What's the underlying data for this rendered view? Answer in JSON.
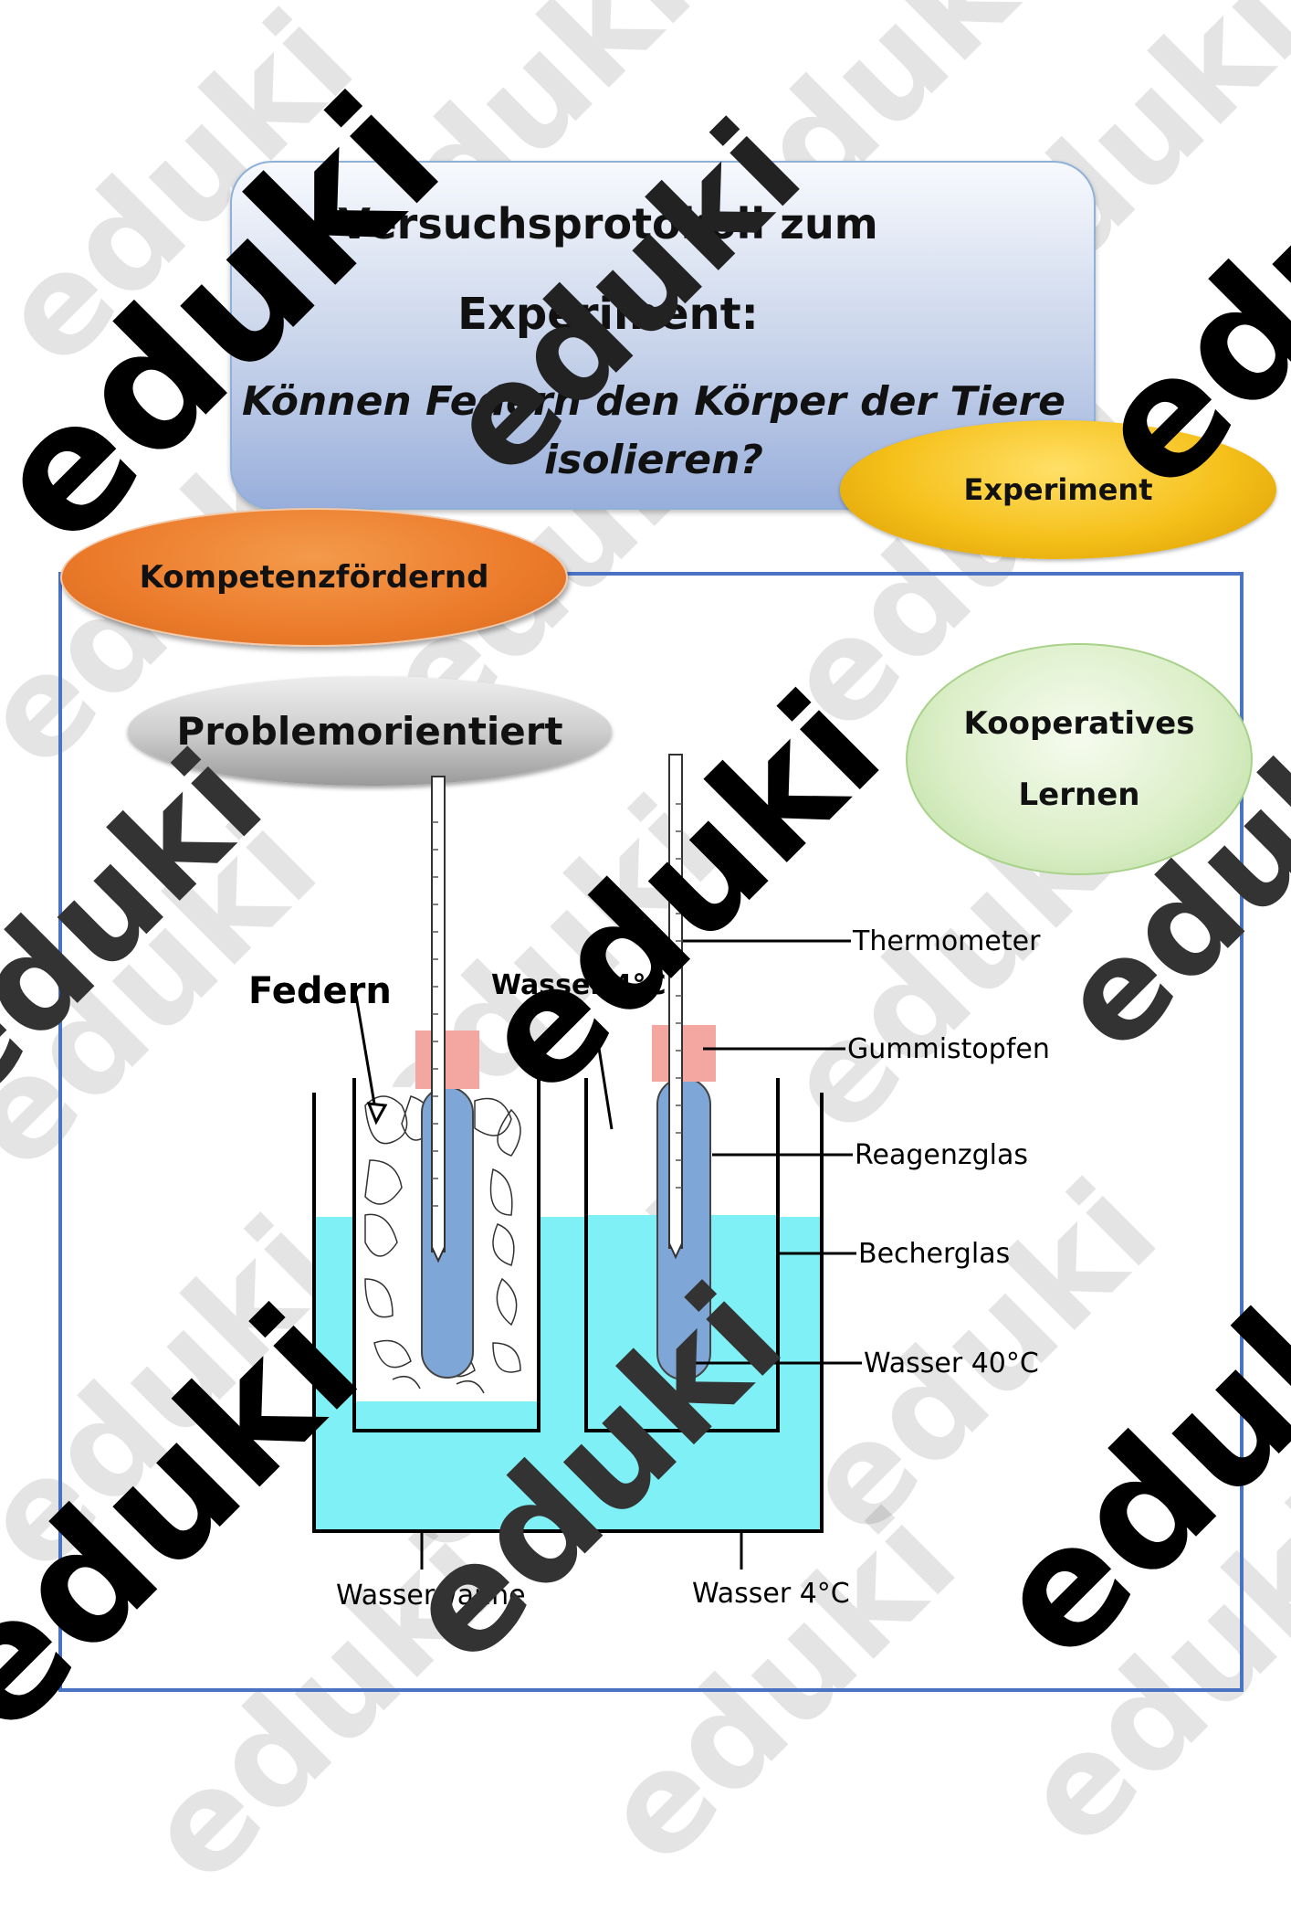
{
  "title": {
    "line1": "Versuchsprotokoll zum",
    "line2": "Experiment:",
    "question": "Können Federn den Körper der Tiere isolieren?"
  },
  "tags": {
    "experiment": "Experiment",
    "kompetenz": "Kompetenzfördernd",
    "problem": "Problemorientiert",
    "kooperativ_line1": "Kooperatives",
    "kooperativ_line2": "Lernen"
  },
  "diagram": {
    "labels": {
      "federn": "Federn",
      "wasser_top": "Wasser 4°C",
      "thermometer": "Thermometer",
      "gummistopfen": "Gummistopfen",
      "reagenzglas": "Reagenzglas",
      "becherglas": "Becherglas",
      "wasser_40": "Wasser 40°C",
      "wasserwanne": "Wasserwanne",
      "wasser_bottom": "Wasser 4°C"
    },
    "colors": {
      "water_basin": "#7ff0f5",
      "water_tube": "#7ea6d6",
      "stopper": "#f4a6a0"
    }
  },
  "watermark": {
    "text": "eduki"
  }
}
